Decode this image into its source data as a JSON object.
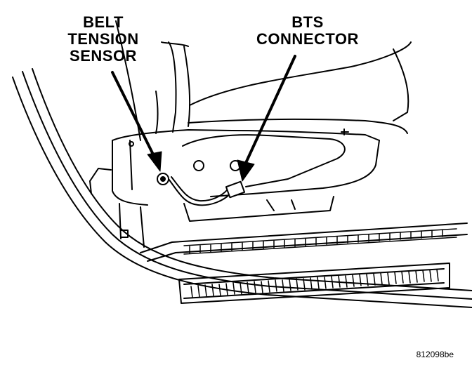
{
  "callouts": {
    "belt_tension_sensor": [
      "BELT",
      "TENSION",
      "SENSOR"
    ],
    "bts_connector": [
      "BTS",
      "CONNECTOR"
    ]
  },
  "figure_code": "812098be",
  "colors": {
    "line": "#000000",
    "background": "#ffffff"
  }
}
